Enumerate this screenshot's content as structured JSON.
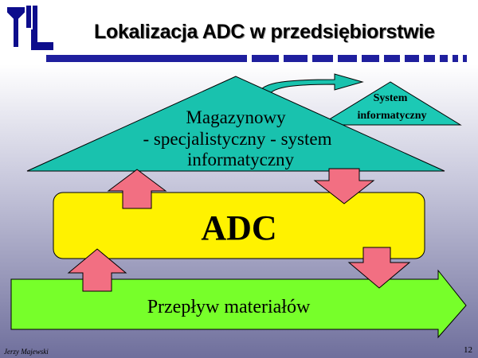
{
  "slide": {
    "title": "Lokalizacja ADC w przedsiębiorstwie",
    "author": "Jerzy Majewski",
    "page_number": "12"
  },
  "diagram": {
    "warehouse_system": {
      "line1": "Magazynowy",
      "line2": "- specjalistyczny - system",
      "line3": "informatyczny"
    },
    "information_system": {
      "line1": "System",
      "line2": "informatyczny"
    },
    "adc_label": "ADC",
    "material_flow_label": "Przepływ materiałów"
  },
  "colors": {
    "title_bar": "#1f1f9e",
    "warehouse_triangle": "#19c2ae",
    "info_triangle": "#1cc9b5",
    "adc_box": "#fff200",
    "flow_arrow": "#77ff2a",
    "connector_arrows": "#f26f82",
    "logo": "#0d0d8c"
  },
  "icons": {
    "logo": "institution-logo-icon"
  }
}
